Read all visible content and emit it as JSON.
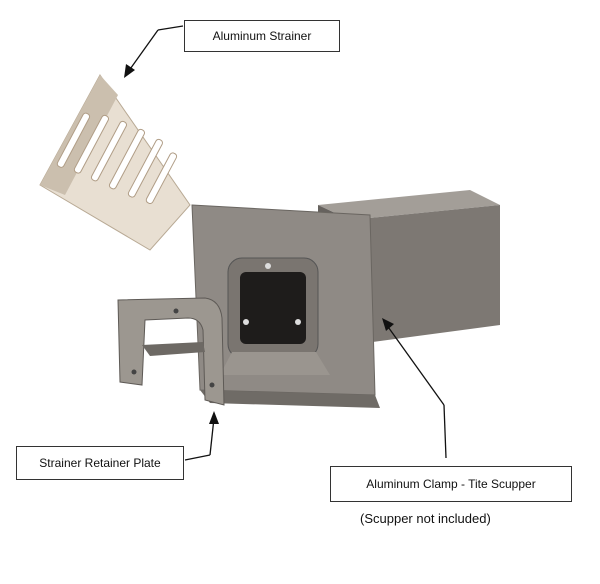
{
  "labels": {
    "strainer": "Aluminum Strainer",
    "retainer": "Strainer Retainer Plate",
    "scupper": "Aluminum Clamp - Tite Scupper",
    "note": "(Scupper not included)"
  },
  "colors": {
    "metal": "#8a8580",
    "metal_dark": "#5e5a56",
    "strainer": "#d9cfc0"
  }
}
